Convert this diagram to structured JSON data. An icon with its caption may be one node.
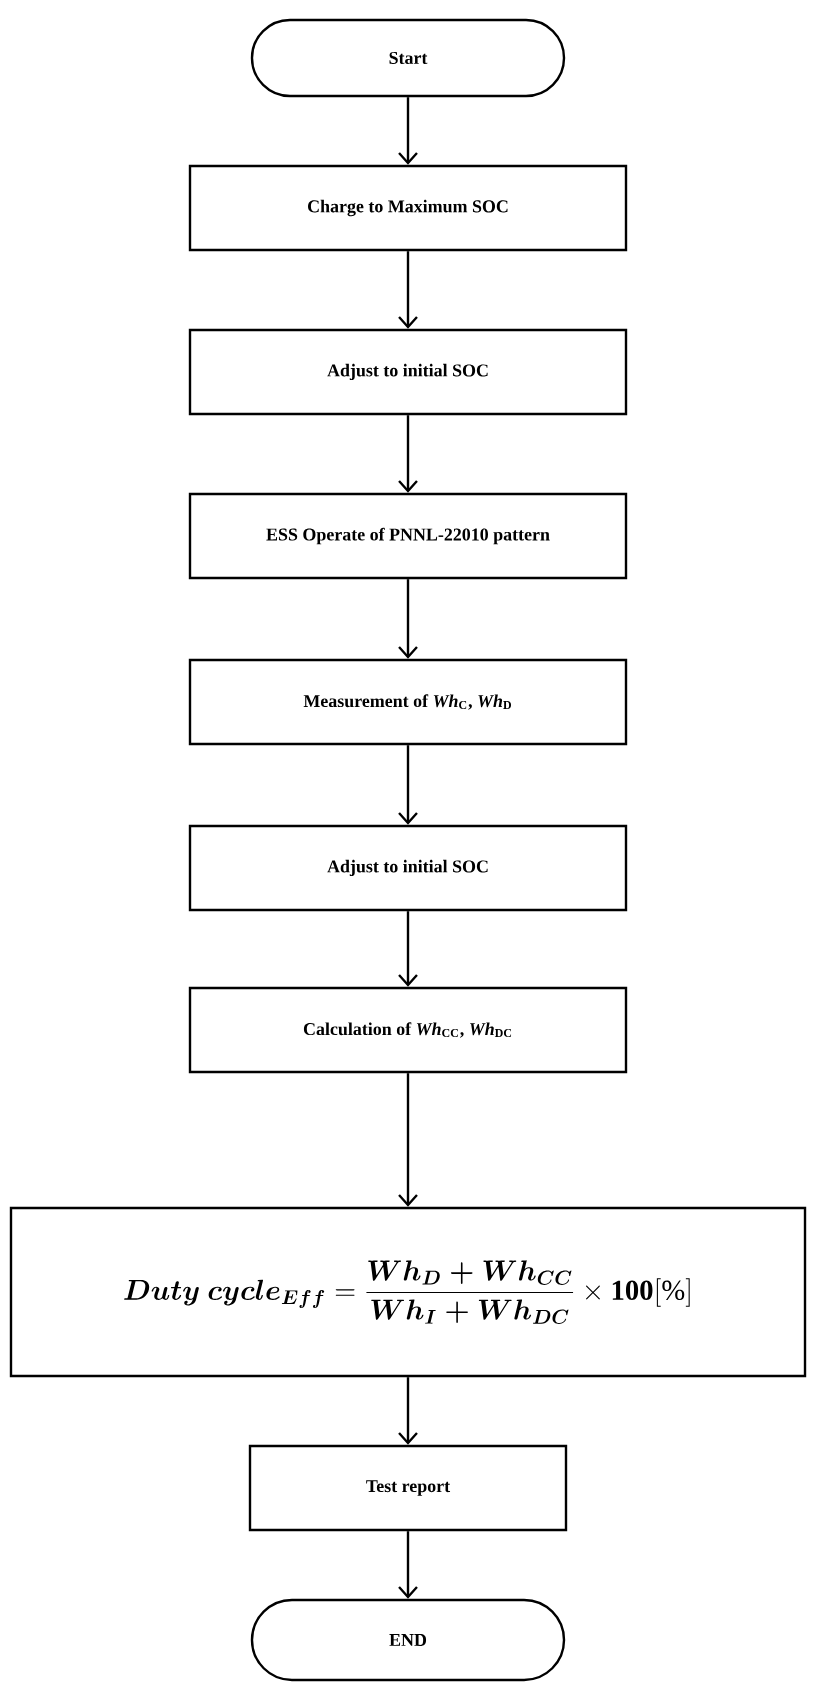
{
  "diagram": {
    "nodes": [
      {
        "text": [
          "Start"
        ]
      },
      {
        "text": [
          "Charge to Maximum SOC"
        ]
      },
      {
        "text": [
          "Adjust to initial SOC"
        ]
      },
      {
        "text": [
          "ESS Operate of PNNL-22010 pattern"
        ]
      },
      {
        "text": [
          "Measurement of *Wh*$_{C}$, *Wh*$_{D}$"
        ]
      },
      {
        "text": [
          "Adjust to initial SOC"
        ]
      },
      {
        "text": [
          "Calculation of *Wh*$_{CC}$, *Wh*$_{DC}$"
        ]
      },
      {
        "text": [
          "\\boldsymbol{Duty\\ cycle_{Eff}} = \\frac{\\boldsymbol{Wh_{D}+Wh_{CC}}}{\\boldsymbol{Wh_{I}+Wh_{DC}}} \\times \\mathbf{100}[\\%]"
        ]
      },
      {
        "text": [
          "Test report"
        ]
      },
      {
        "text": [
          "END"
        ]
      }
    ],
    "edges": [
      {
        "from": 0,
        "to": 1,
        "arrow": "to"
      },
      {
        "from": 1,
        "to": 2,
        "arrow": "to"
      },
      {
        "from": 2,
        "to": 3,
        "arrow": "to"
      },
      {
        "from": 3,
        "to": 4,
        "arrow": "to"
      },
      {
        "from": 4,
        "to": 5,
        "arrow": "to"
      },
      {
        "from": 5,
        "to": 6,
        "arrow": "to"
      },
      {
        "from": 6,
        "to": 7,
        "arrow": "to"
      },
      {
        "from": 7,
        "to": 8,
        "arrow": "to"
      },
      {
        "from": 8,
        "to": 9,
        "arrow": "to"
      }
    ]
  }
}
